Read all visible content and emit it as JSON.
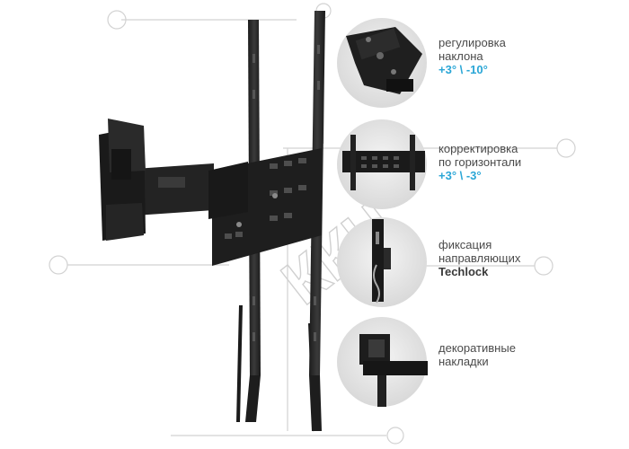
{
  "brand_color": "#2aa6d6",
  "watermark": {
    "text": "ККЦ"
  },
  "features": [
    {
      "icon": "tilt-adjust-closeup",
      "lines": [
        "регулировка",
        "наклона"
      ],
      "accent": "+3° \\ -10°",
      "strong": ""
    },
    {
      "icon": "horizontal-level-closeup",
      "lines": [
        "корректировка",
        "по горизонтали"
      ],
      "accent": "+3° \\ -3°",
      "strong": ""
    },
    {
      "icon": "techlock-closeup",
      "lines": [
        "фиксация",
        "направляющих"
      ],
      "accent": "",
      "strong": "Techlock"
    },
    {
      "icon": "decorative-cover-closeup",
      "lines": [
        "декоративные",
        "накладки"
      ],
      "accent": "",
      "strong": ""
    }
  ]
}
